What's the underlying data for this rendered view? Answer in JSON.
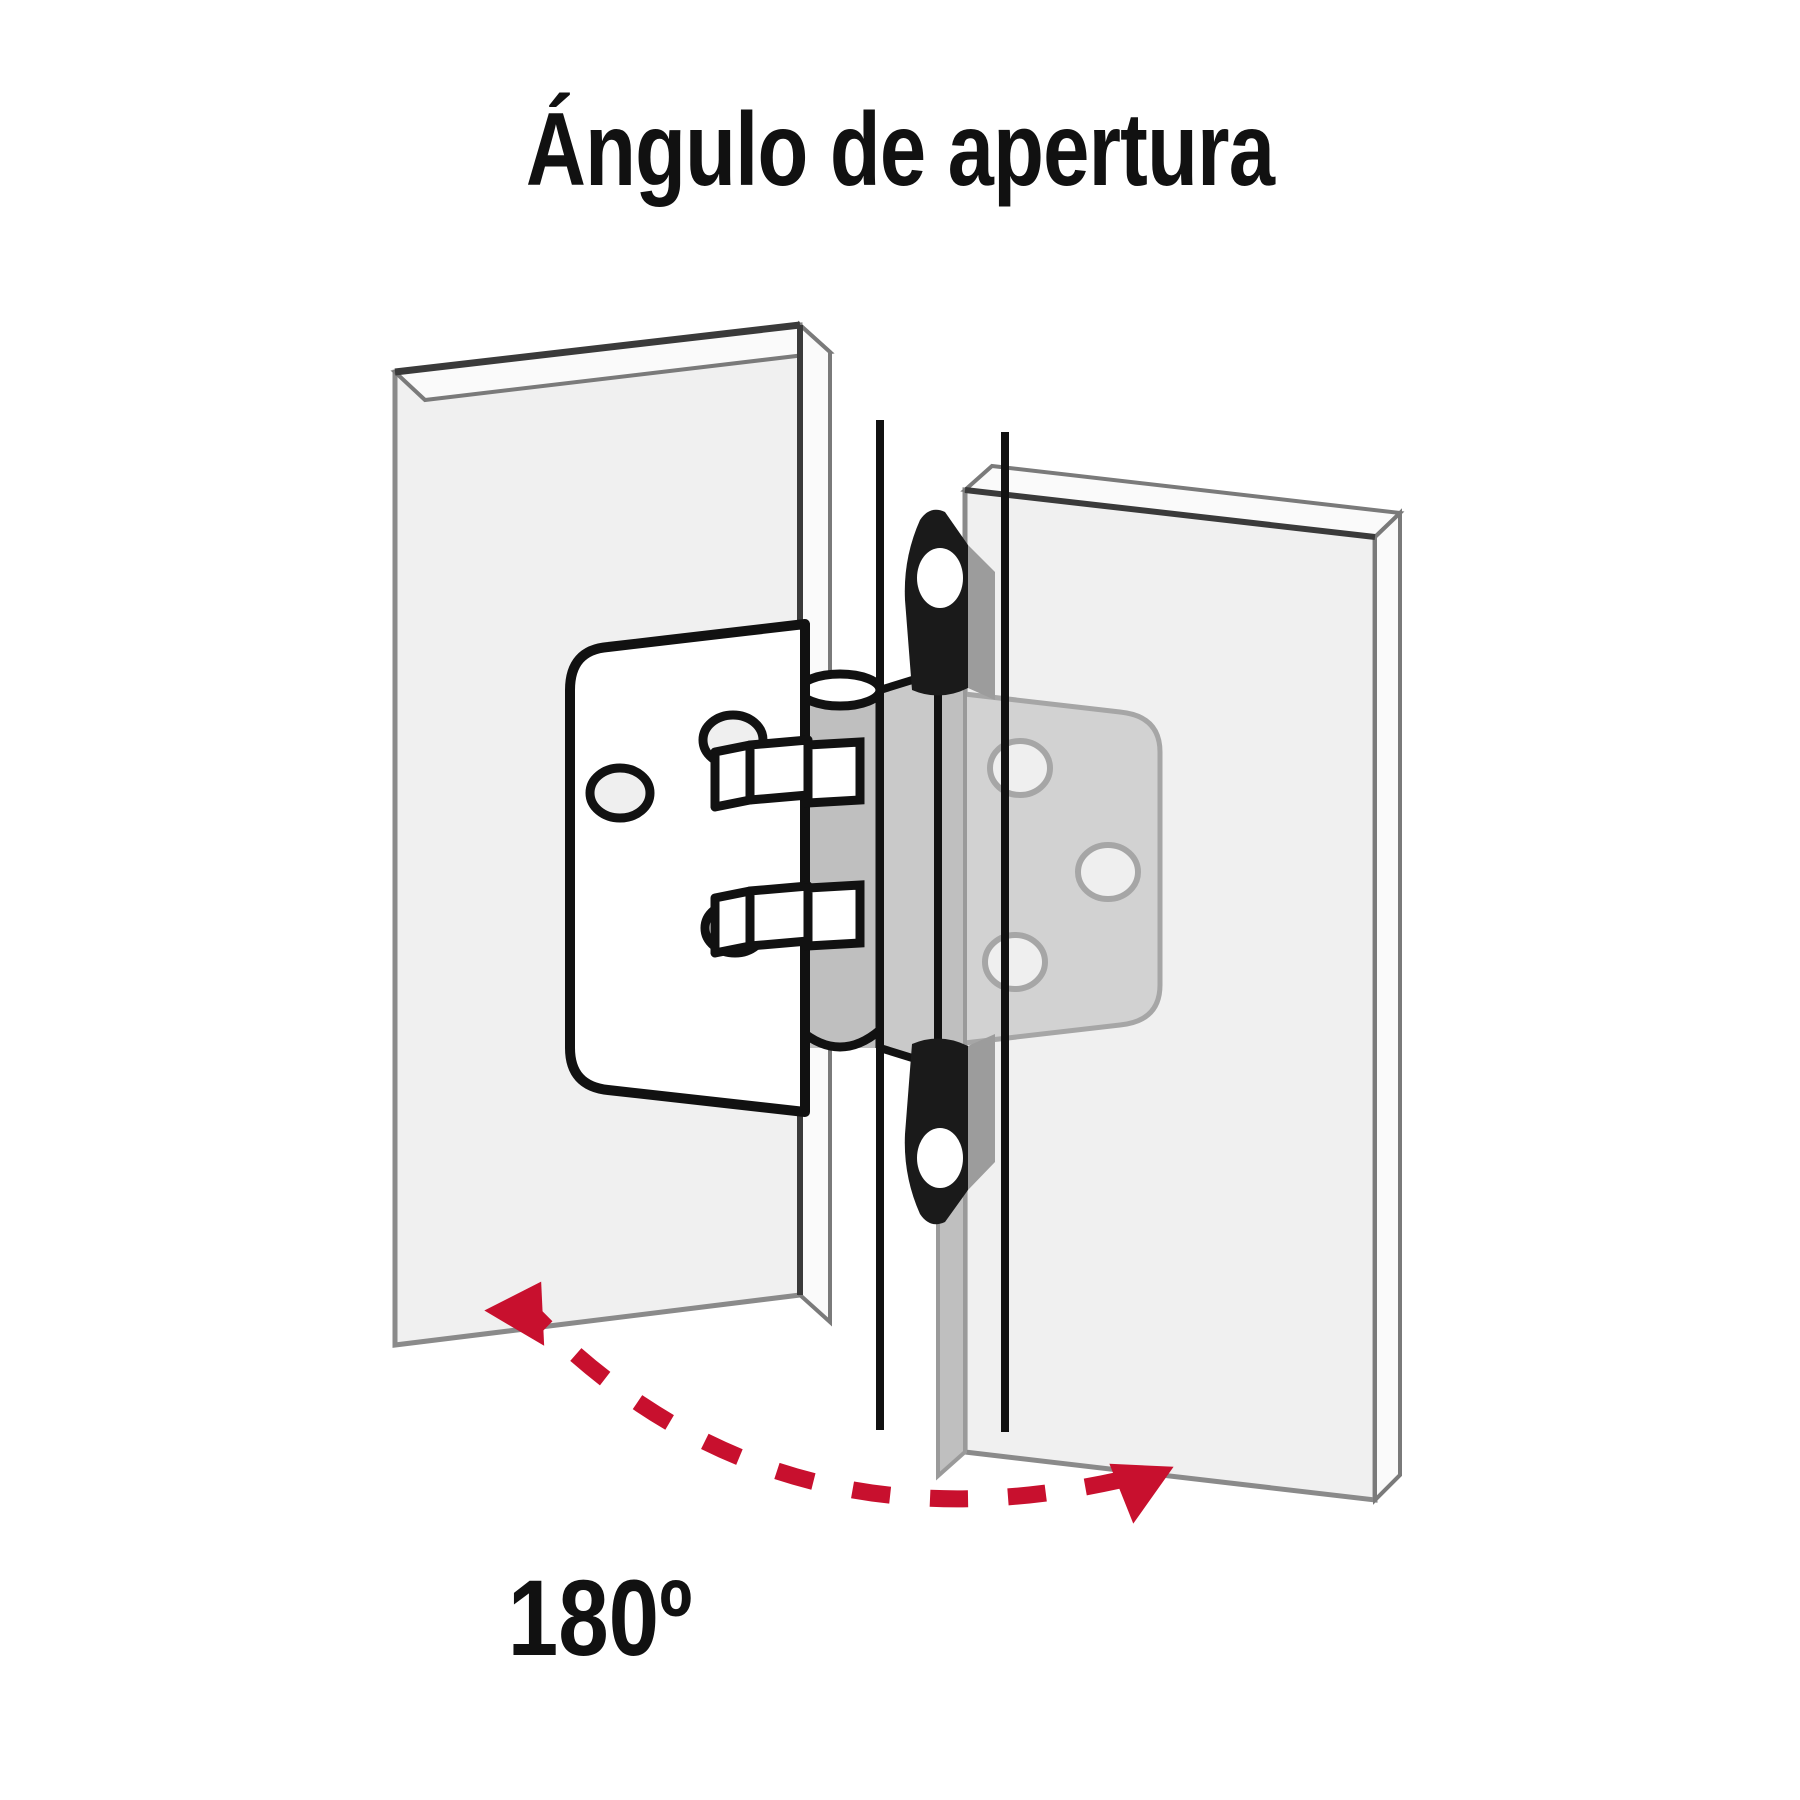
{
  "title": "Ángulo de apertura",
  "angle_label": "180º",
  "colors": {
    "background": "#ffffff",
    "text": "#111111",
    "arc_red": "#C8102E",
    "panel_face": "#F0F0F0",
    "panel_edge_light": "#FAFAFA",
    "panel_outline": "#808080",
    "panel_outline_dark": "#3A3A3A",
    "hinge_plate_front": "#FFFFFF",
    "hinge_plate_back": "#D0D0D0",
    "hinge_knuckle": "#BFBFBF",
    "hinge_outline": "#111111",
    "finial_black": "#1A1A1A",
    "screw_hole": "#EFEFEF",
    "screw_hole_back_outline": "#A6A6A6",
    "centerline": "#111111"
  },
  "figure": {
    "name": "hinge-opening-angle-diagram",
    "description": "Isometric technical illustration of a butt hinge joining two panels opened flat",
    "parts": [
      {
        "id": "left-panel",
        "label": "Left panel"
      },
      {
        "id": "right-panel",
        "label": "Right panel"
      },
      {
        "id": "left-hinge-leaf",
        "label": "Front hinge leaf"
      },
      {
        "id": "right-hinge-leaf",
        "label": "Rear hinge leaf"
      },
      {
        "id": "hinge-barrel",
        "label": "Hinge barrel / knuckles"
      },
      {
        "id": "top-finial",
        "label": "Top decorative finial"
      },
      {
        "id": "bottom-finial",
        "label": "Bottom decorative finial"
      },
      {
        "id": "left-centerline",
        "label": "Left pivot centerline"
      },
      {
        "id": "right-centerline",
        "label": "Right pivot centerline"
      },
      {
        "id": "angle-arc",
        "label": "Dashed opening-angle arc"
      },
      {
        "id": "arc-arrow-left",
        "label": "Left arc arrowhead"
      },
      {
        "id": "arc-arrow-right",
        "label": "Right arc arrowhead"
      }
    ],
    "screw_holes": {
      "front_leaf_count": 3,
      "back_leaf_count": 3
    },
    "angle_degrees": 180
  }
}
